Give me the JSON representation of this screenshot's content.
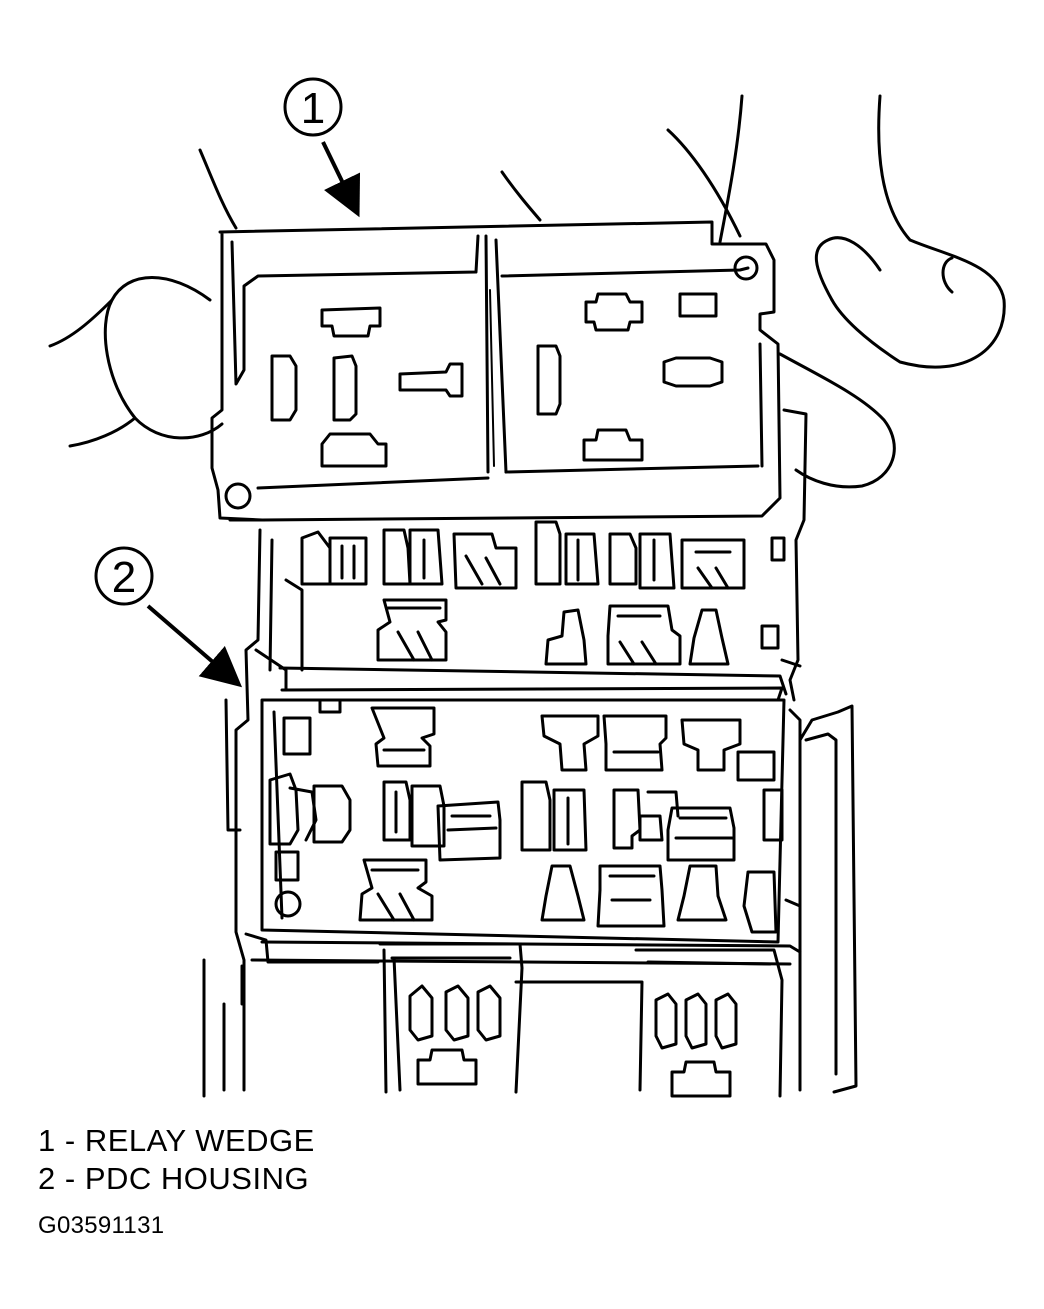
{
  "callouts": [
    {
      "number": "1",
      "label": "RELAY WEDGE"
    },
    {
      "number": "2",
      "label": "PDC HOUSING"
    }
  ],
  "legend": [
    {
      "number": "1",
      "separator": "-",
      "label": "RELAY WEDGE"
    },
    {
      "number": "2",
      "separator": "-",
      "label": "PDC HOUSING"
    }
  ],
  "figure_id": "G03591131",
  "colors": {
    "line": "#000000",
    "background": "#ffffff"
  }
}
